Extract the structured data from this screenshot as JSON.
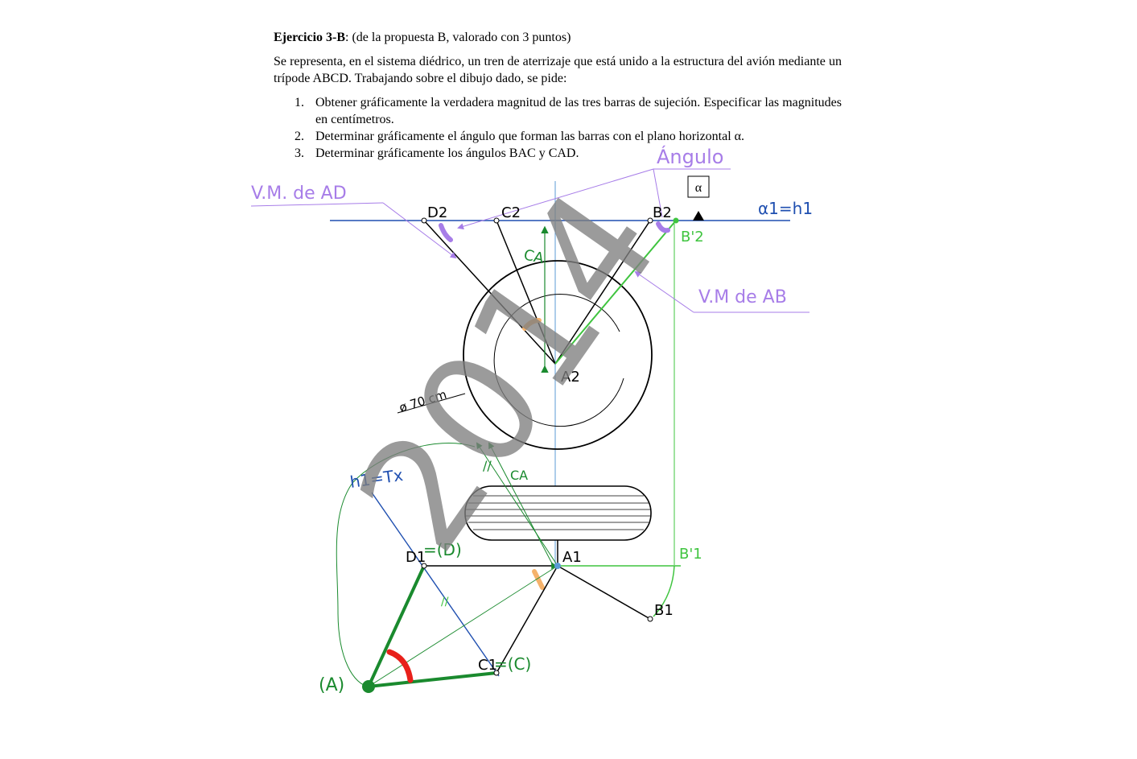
{
  "exercise": {
    "title_bold": "Ejercicio 3-B",
    "title_rest": ": (de la propuesta B, valorado con 3 puntos)",
    "intro": "Se representa, en el sistema diédrico, un tren de aterrizaje que está unido a la estructura del avión mediante un trípode ABCD. Trabajando sobre el dibujo dado, se pide:",
    "items": [
      {
        "num": "1.",
        "text": "Obtener gráficamente la verdadera magnitud de las tres barras de sujeción. Especificar las magnitudes en centímetros."
      },
      {
        "num": "2.",
        "text": "Determinar gráficamente el ángulo que forman las barras con el plano horizontal α."
      },
      {
        "num": "3.",
        "text": "Determinar gráficamente los ángulos BAC y CAD."
      }
    ]
  },
  "annotations": {
    "angulo": "Ángulo",
    "vm_ad": "V.M. de AD",
    "vm_ab": "V.M de AB",
    "alpha_eq": "α1=h1",
    "alpha_box": "α",
    "h1_tx": "h1=Tx",
    "ca": "CA",
    "parallel_mark": "//",
    "b2_prime": "B'2",
    "b1_prime": "B'1",
    "d1_eq": "=(D)",
    "c1_eq": "=(C)",
    "a_rot": "(A)",
    "diameter": "ø 70 cm",
    "watermark": "2014"
  },
  "points": {
    "D2": "D2",
    "C2": "C2",
    "B2": "B2",
    "A2": "A2",
    "D1": "D1",
    "A1": "A1",
    "B1": "B1",
    "C1": "C1"
  },
  "colors": {
    "black": "#000000",
    "blue": "#1f4fb0",
    "light_blue": "#5b9bd5",
    "green_dark": "#1a8a2e",
    "green_light": "#3fc43f",
    "purple": "#a77de8",
    "orange": "#f5b26b",
    "red": "#e8201a",
    "watermark": "#7f7f7f"
  }
}
